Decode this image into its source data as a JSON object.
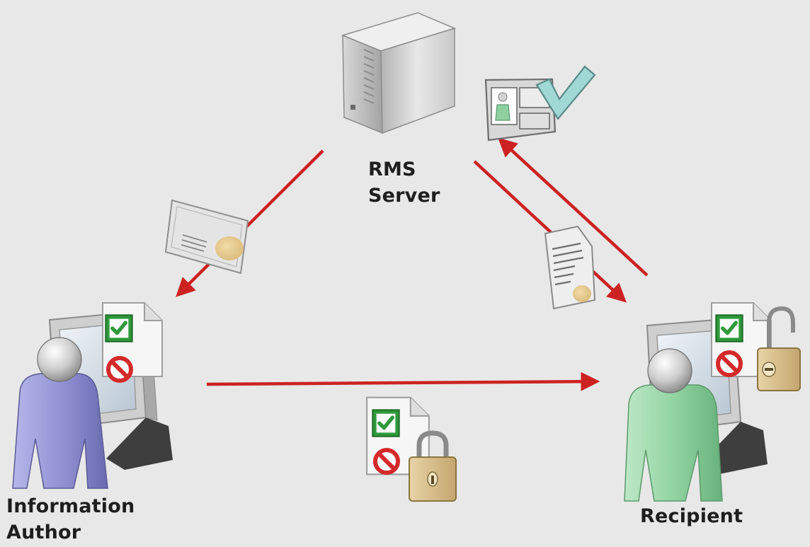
{
  "nodes": {
    "server": {
      "label_lines": [
        "RMS",
        "Server"
      ]
    },
    "author": {
      "label_lines": [
        "Information",
        "Author"
      ]
    },
    "recipient": {
      "label_lines": [
        "Recipient"
      ]
    }
  },
  "colors": {
    "background": "#e8e8e8",
    "arrow": "#cc2222",
    "author_person": "#8f8fcf",
    "recipient_person": "#8fd0a0",
    "check": "#2e9a3a",
    "deny": "#d42a2a",
    "padlock": "#d8bd84",
    "credential_check": "#9fd8d4"
  },
  "icons": [
    "server-tower-icon",
    "certificate-icon",
    "license-document-icon",
    "rights-check-icon",
    "rights-deny-icon",
    "padlock-icon",
    "open-padlock-icon",
    "id-card-icon",
    "checkmark-icon",
    "computer-icon",
    "person-icon"
  ]
}
